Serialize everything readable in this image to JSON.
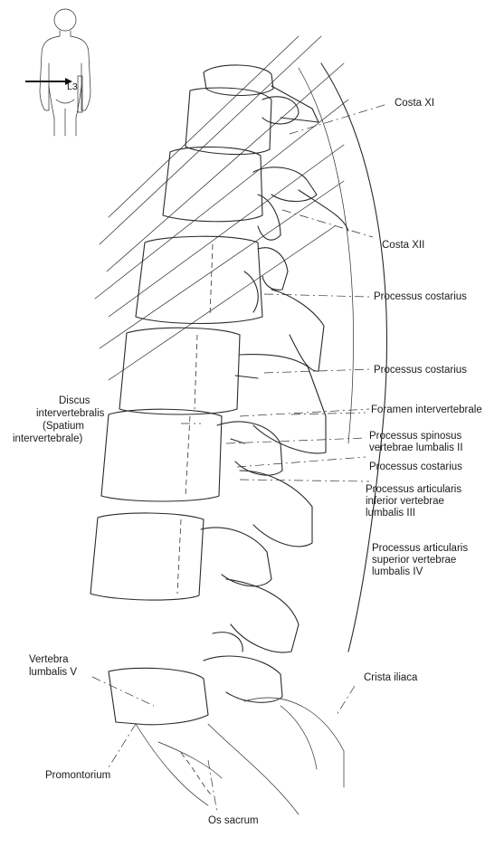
{
  "inset": {
    "marker_label": "L3"
  },
  "labels": {
    "costa_xi": "Costa XI",
    "costa_xii": "Costa XII",
    "processus_costarius_1": "Processus costarius",
    "processus_costarius_2": "Processus costarius",
    "foramen_intervertebrale": "Foramen intervertebrale",
    "processus_spinosus": [
      "Processus spinosus",
      "vertebrae lumbalis II"
    ],
    "processus_costarius_3": "Processus costarius",
    "processus_articularis_inferior": [
      "Processus articularis",
      "inferior vertebrae",
      "lumbalis III"
    ],
    "processus_articularis_superior": [
      "Processus articularis",
      "superior vertebrae",
      "lumbalis IV"
    ],
    "discus": [
      "Discus",
      "intervertebralis",
      "(Spatium",
      "intervertebrale)"
    ],
    "vertebra_lumbalis_v": [
      "Vertebra",
      "lumbalis V"
    ],
    "crista_iliaca": "Crista iliaca",
    "promontorium": "Promontorium",
    "os_sacrum": "Os sacrum"
  }
}
